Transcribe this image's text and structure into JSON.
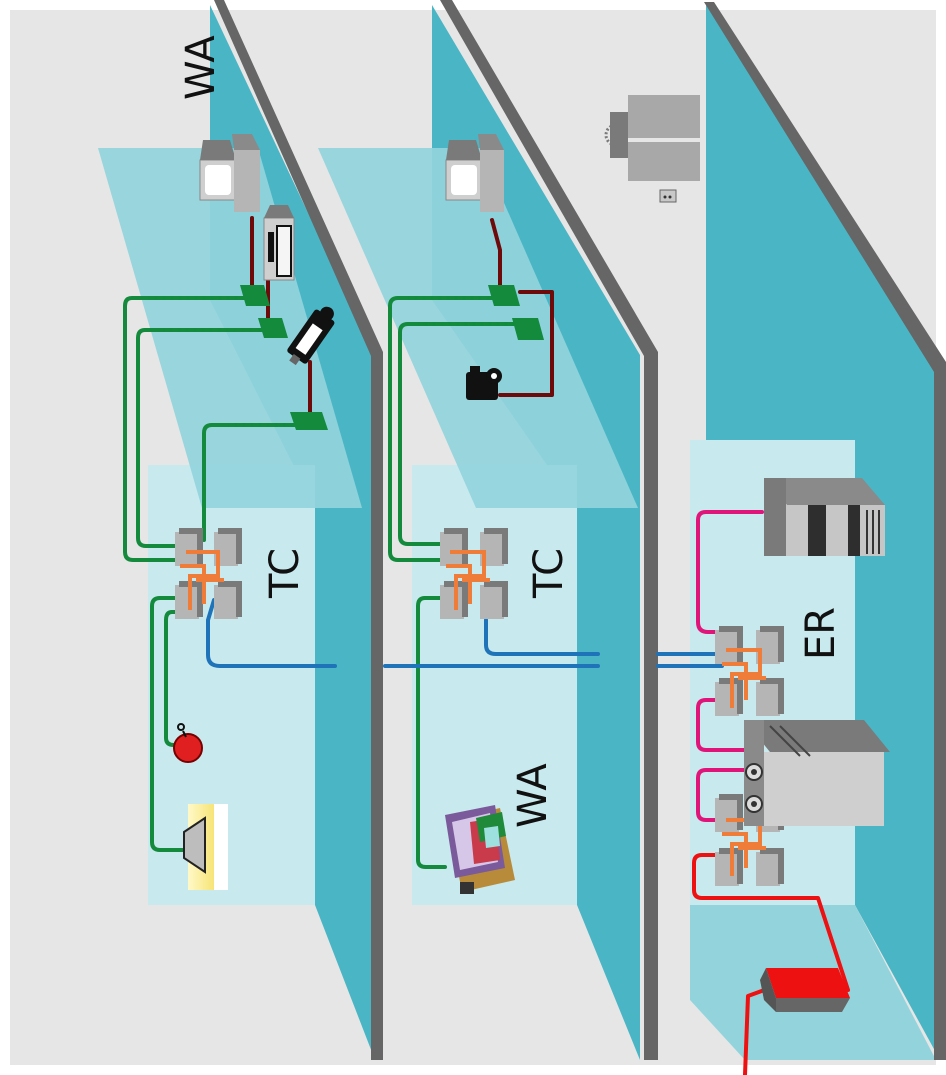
{
  "labels": {
    "wa_top": "WA",
    "tc_left": "TC",
    "tc_mid": "TC",
    "wa_mid": "WA",
    "er": "ER"
  },
  "colors": {
    "background": "#e6e6e6",
    "teal_wall": "#4ab6c5",
    "floor_panel": "#93d4dc",
    "room_panel": "#c8e9ee",
    "wall_edge": "#666666",
    "green_cable": "#138a3c",
    "blue_cable": "#1f73b8",
    "orange_patch": "#f07c3a",
    "magenta_cable": "#e0157a",
    "red_cable": "#ee1111",
    "maroon_cable": "#6e0a0a",
    "device_gray": "#b5b5b5"
  },
  "icons": [
    "network-camera-icon",
    "access-control-reader-icon",
    "ptz-camera-icon",
    "alarm-bell-icon",
    "speaker-icon",
    "touch-panel-icon",
    "patch-panel-icon",
    "server-icon",
    "nvr-storage-icon",
    "router-icon",
    "ups-icon"
  ]
}
